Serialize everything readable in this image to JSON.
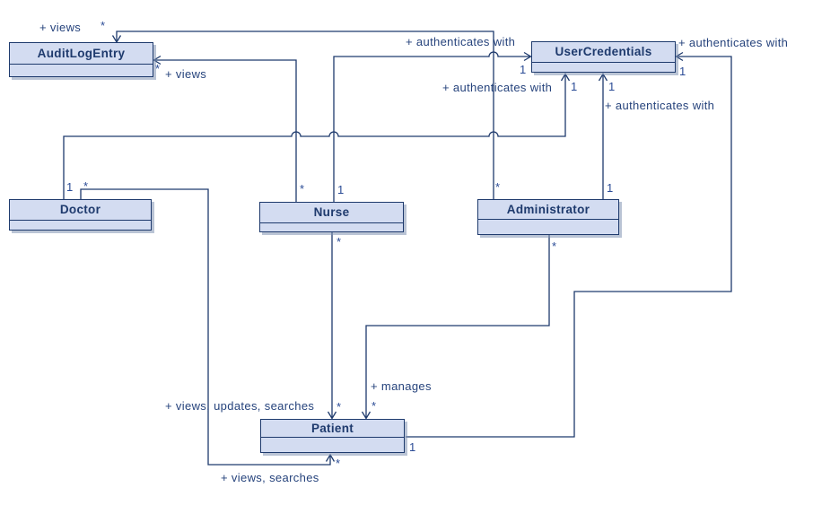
{
  "diagram": {
    "type": "uml-class-diagram",
    "background_color": "#ffffff",
    "colors": {
      "box_fill": "#d3dcf1",
      "box_border": "#1e3a6d",
      "box_shadow": "#8294b2",
      "connector_line": "#1e3a6d",
      "label_text": "#26437c",
      "class_title_text": "#1e3a6d"
    }
  },
  "classes": [
    {
      "name": "AuditLogEntry"
    },
    {
      "name": "UserCredentials"
    },
    {
      "name": "Doctor"
    },
    {
      "name": "Nurse"
    },
    {
      "name": "Administrator"
    },
    {
      "name": "Patient"
    }
  ],
  "associations": [
    {
      "name": "administrator-views-auditlogentry",
      "label": "+ views",
      "source_multiplicity": "*",
      "target_multiplicity": "*"
    },
    {
      "name": "nurse-views-auditlogentry",
      "label": "+ views",
      "source_multiplicity": "*",
      "target_multiplicity": "*"
    },
    {
      "name": "nurse-authenticates-with-usercredentials",
      "label": "+ authenticates with",
      "source_multiplicity": "1",
      "target_multiplicity": "1"
    },
    {
      "name": "doctor-authenticates-with-usercredentials",
      "label": "+ authenticates with",
      "source_multiplicity": "1",
      "target_multiplicity": "1"
    },
    {
      "name": "administrator-authenticates-with-usercredentials",
      "label": "+ authenticates with",
      "source_multiplicity": "1",
      "target_multiplicity": "1"
    },
    {
      "name": "patient-authenticates-with-usercredentials",
      "label": "+ authenticates with",
      "source_multiplicity": "1",
      "target_multiplicity": "1"
    },
    {
      "name": "nurse-views-updates-searches-patient",
      "label": "+ views, updates, searches",
      "source_multiplicity": "*",
      "target_multiplicity": "*"
    },
    {
      "name": "administrator-manages-patient",
      "label": "+ manages",
      "source_multiplicity": "*",
      "target_multiplicity": "*"
    },
    {
      "name": "doctor-views-searches-patient",
      "label": "+ views, searches",
      "source_multiplicity": "*",
      "target_multiplicity": "*"
    }
  ]
}
